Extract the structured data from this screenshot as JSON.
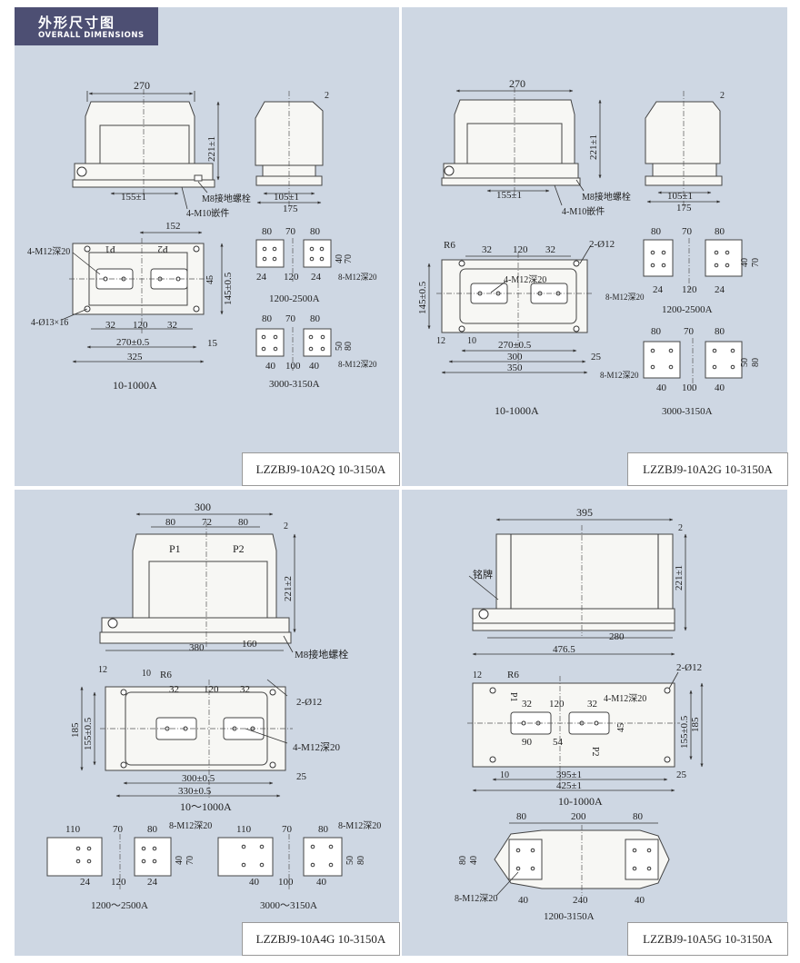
{
  "header": {
    "title_zh": "外形尺寸图",
    "title_en": "OVERALL DIMENSIONS"
  },
  "q1": {
    "model": "LZZBJ9-10A2Q 10-3150A",
    "d_270": "270",
    "d_2": "2",
    "d_221": "221±1",
    "d_155": "155±1",
    "m8": "M8接地螺栓",
    "m10": "4-M10嵌件",
    "d_105": "105±1",
    "d_175": "175",
    "d_152": "152",
    "m12_4": "4-M12深20",
    "p1": "P1",
    "p2": "P2",
    "d_45": "45",
    "d_145": "145±0.5",
    "hole13": "4-Ø13×16",
    "d_32a": "32",
    "d_120": "120",
    "d_32b": "32",
    "d_270b": "270±0.5",
    "d_325": "325",
    "d_15": "15",
    "rating1": "10-1000A",
    "s1_80a": "80",
    "s1_70": "70",
    "s1_80b": "80",
    "s1_24a": "24",
    "s1_120": "120",
    "s1_24b": "24",
    "s1_40": "40",
    "s1_70v": "70",
    "s1_m12": "8-M12深20",
    "s1_label": "1200-2500A",
    "s2_80a": "80",
    "s2_70": "70",
    "s2_80b": "80",
    "s2_40a": "40",
    "s2_100": "100",
    "s2_40b": "40",
    "s2_50": "50",
    "s2_80v": "80",
    "s2_m12": "8-M12深20",
    "s2_label": "3000-3150A"
  },
  "q2": {
    "model": "LZZBJ9-10A2G 10-3150A",
    "d_270": "270",
    "d_2": "2",
    "d_221": "221±1",
    "d_155": "155±1",
    "m8": "M8接地螺栓",
    "m10": "4-M10嵌件",
    "d_105": "105±1",
    "d_175": "175",
    "r6": "R6",
    "d_32a": "32",
    "d_120": "120",
    "d_32b": "32",
    "o12": "2-Ø12",
    "m12_4": "4-M12深20",
    "d_145": "145±0.5",
    "d_12": "12",
    "d_10": "10",
    "d_270b": "270±0.5",
    "d_25": "25",
    "d_300": "300",
    "d_350": "350",
    "rating1": "10-1000A",
    "s1_80a": "80",
    "s1_70": "70",
    "s1_80b": "80",
    "s1_24a": "24",
    "s1_120": "120",
    "s1_24b": "24",
    "s1_40": "40",
    "s1_70v": "70",
    "s1_m12": "8-M12深20",
    "s1_label": "1200-2500A",
    "s2_80a": "80",
    "s2_70": "70",
    "s2_80b": "80",
    "s2_40a": "40",
    "s2_100": "100",
    "s2_40b": "40",
    "s2_50": "50",
    "s2_80v": "80",
    "s2_m12": "8-M12深20",
    "s2_label": "3000-3150A"
  },
  "q3": {
    "model": "LZZBJ9-10A4G 10-3150A",
    "d_300": "300",
    "d_80a": "80",
    "d_72": "72",
    "d_80b": "80",
    "d_2": "2",
    "p1": "P1",
    "p2": "P2",
    "d_221": "221±2",
    "d_380": "380",
    "d_160": "160",
    "m8": "M8接地螺栓",
    "d_12": "12",
    "d_10": "10",
    "r6": "R6",
    "d_32a": "32",
    "d_120": "120",
    "d_32b": "32",
    "o12": "2-Ø12",
    "d_185": "185",
    "d_155": "155±0.5",
    "m12_4": "4-M12深20",
    "d_300b": "300±0.5",
    "d_25": "25",
    "d_330": "330±0.5",
    "rating1": "10～1000A",
    "s1_110": "110",
    "s1_70": "70",
    "s1_80": "80",
    "s1_m12": "8-M12深20",
    "s1_24a": "24",
    "s1_120": "120",
    "s1_24b": "24",
    "s1_40": "40",
    "s1_70v": "70",
    "s1_label": "1200～2500A",
    "s2_110": "110",
    "s2_70": "70",
    "s2_80": "80",
    "s2_m12": "8-M12深20",
    "s2_40a": "40",
    "s2_100": "100",
    "s2_40b": "40",
    "s2_50": "50",
    "s2_80v": "80",
    "s2_label": "3000～3150A"
  },
  "q4": {
    "model": "LZZBJ9-10A5G 10-3150A",
    "d_395": "395",
    "d_2": "2",
    "nameplate": "铭牌",
    "d_221": "221±1",
    "d_280": "280",
    "d_476": "476.5",
    "d_12": "12",
    "r6": "R6",
    "o12": "2-Ø12",
    "d_32a": "32",
    "d_120": "120",
    "d_32b": "32",
    "m12_4": "4-M12深20",
    "p1": "P1",
    "p2": "P2",
    "d_45": "45",
    "d_90": "90",
    "d_54": "54",
    "d_155": "155±0.5",
    "d_185": "185",
    "d_10": "10",
    "d_395b": "395±1",
    "d_25": "25",
    "d_425": "425±1",
    "rating1": "10-1000A",
    "s_80a": "80",
    "s_200": "200",
    "s_80b": "80",
    "s_80v": "80",
    "s_40v": "40",
    "s_m12": "8-M12深20",
    "s_40a": "40",
    "s_240": "240",
    "s_40b": "40",
    "s_label": "1200-3150A"
  }
}
